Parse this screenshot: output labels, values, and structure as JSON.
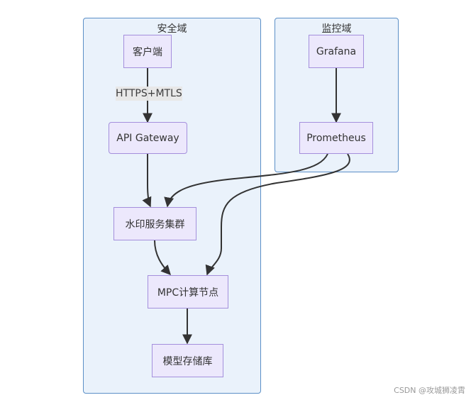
{
  "clusters": {
    "security": {
      "title": "安全域"
    },
    "monitoring": {
      "title": "监控域"
    }
  },
  "nodes": {
    "client": "客户端",
    "api_gateway": "API Gateway",
    "watermark_cluster": "水印服务集群",
    "mpc_node": "MPC计算节点",
    "model_storage": "模型存储库",
    "grafana": "Grafana",
    "prometheus": "Prometheus"
  },
  "edges": {
    "client_to_gateway_label": "HTTPS+MTLS"
  },
  "colors": {
    "cluster_fill": "#eaf2fb",
    "cluster_border": "#5b8fc7",
    "node_fill": "#ece8fc",
    "node_border": "#a48fdc",
    "edge": "#333333"
  },
  "footer": {
    "credit": "CSDN @攻城狮凌霄"
  }
}
